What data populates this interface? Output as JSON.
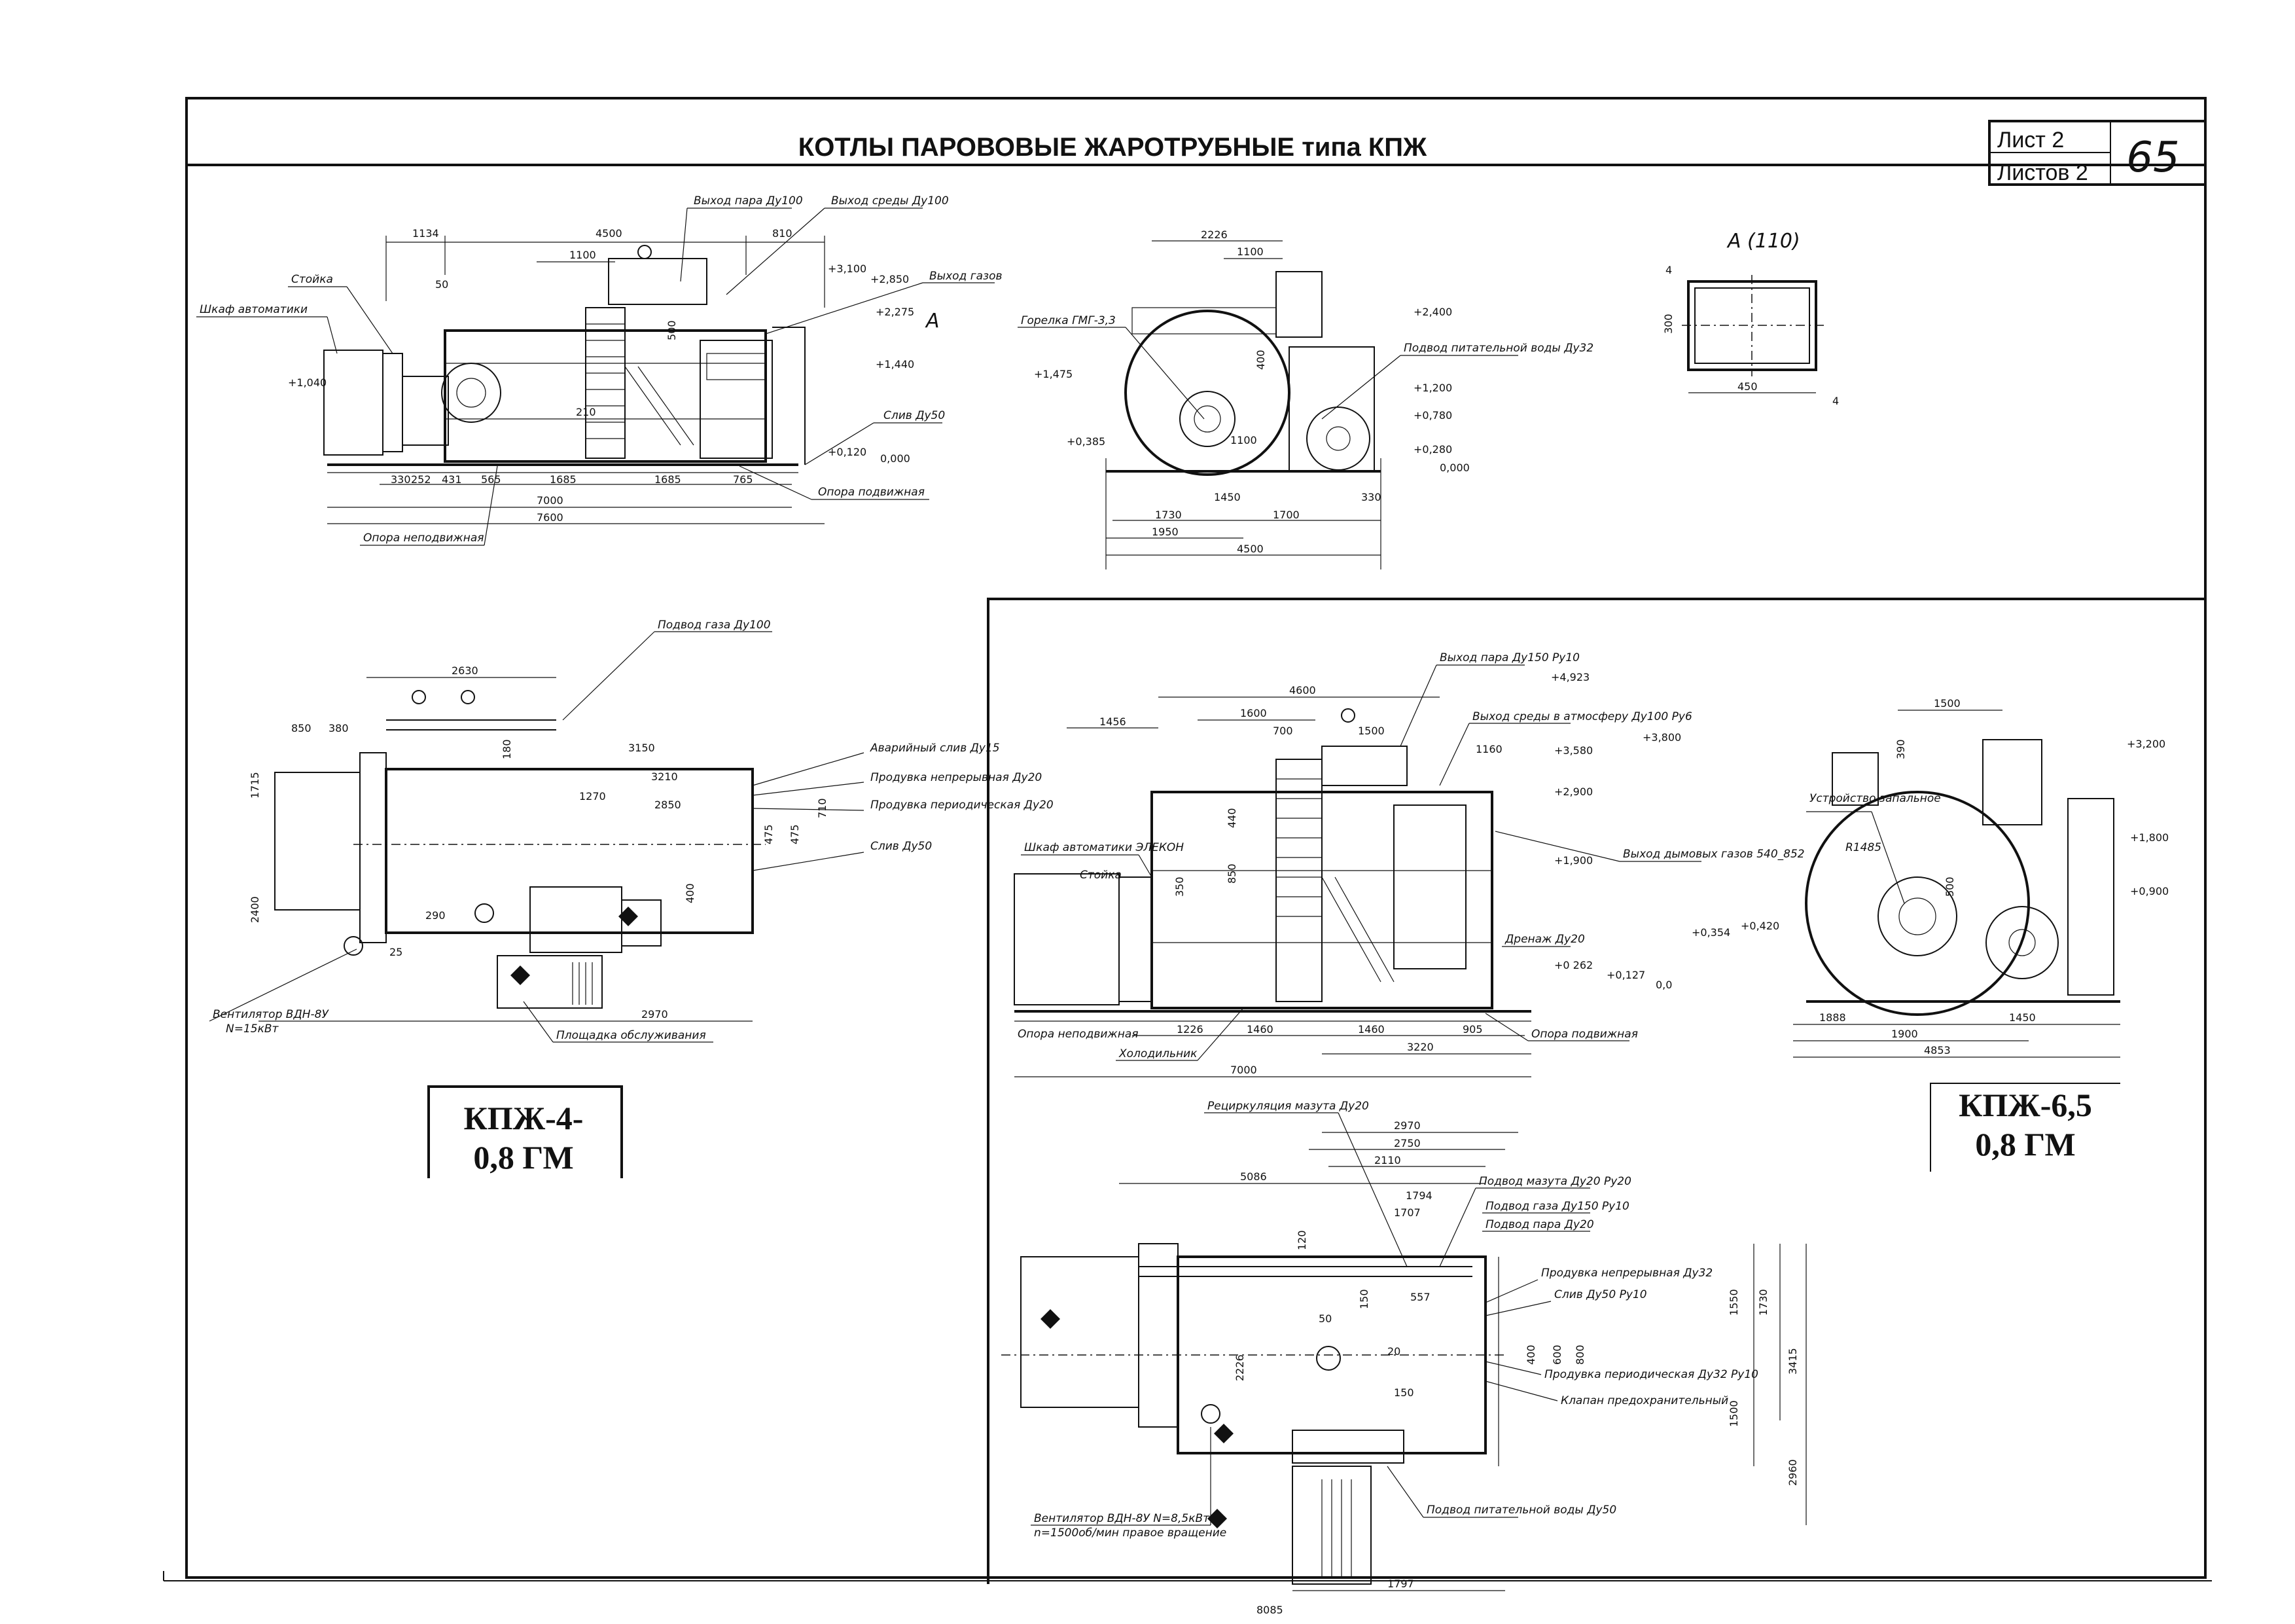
{
  "sheet": {
    "title": "КОТЛЫ ПАРОВОВЫЕ ЖАРОТРУБНЫЕ типа КПЖ",
    "sheet_no": "Лист 2",
    "sheets_total": "Листов 2",
    "page_number": "65"
  },
  "top_left": {
    "labels": {
      "steam_out": "Выход пара Ду100",
      "medium_out": "Выход среды Ду100",
      "gas_out": "Выход газов",
      "stand": "Стойка",
      "cabinet": "Шкаф автоматики",
      "drain": "Слив Ду50",
      "support_mov": "Опора подвижная",
      "support_fix": "Опора неподвижная",
      "mark_a": "А"
    },
    "dims": [
      "1134",
      "4500",
      "810",
      "1100",
      "50",
      "500",
      "210",
      "330",
      "252",
      "431",
      "565",
      "1685",
      "1685",
      "765",
      "7000",
      "7600"
    ],
    "levels": [
      "+3,100",
      "+2,850",
      "+2,275",
      "+1,440",
      "+1,040",
      "+0,120",
      "0,000"
    ]
  },
  "top_mid": {
    "labels": {
      "burner": "Горелка ГМГ-3,3",
      "feed_water": "Подвод питательной воды Ду32"
    },
    "dims": [
      "2226",
      "1100",
      "400",
      "1100",
      "1730",
      "1450",
      "1700",
      "330",
      "1950",
      "4500"
    ],
    "levels": [
      "+2,400",
      "+1,475",
      "+1,200",
      "+0,780",
      "+0,385",
      "+0,280",
      "0,000"
    ]
  },
  "view_a": {
    "title": "А (110)",
    "dims": [
      "300",
      "450",
      "4",
      "4"
    ]
  },
  "mid_left": {
    "labels": {
      "gas_in": "Подвод газа Ду100",
      "emergency": "Аварийный слив Ду15",
      "blow_cont": "Продувка непрерывная Ду20",
      "blow_per": "Продувка периодическая Ду20",
      "drain": "Слив Ду50",
      "fan": "Вентилятор ВДН-8У",
      "fan_power": "N=15кВт",
      "platform": "Площадка обслуживания"
    },
    "dims": [
      "2630",
      "850",
      "380",
      "3150",
      "3210",
      "1270",
      "2850",
      "1715",
      "2400",
      "290",
      "25",
      "475",
      "475",
      "710",
      "180",
      "400",
      "2970"
    ],
    "name_line1": "КПЖ-4-",
    "name_line2": "0,8 ГМ"
  },
  "mid_center": {
    "labels": {
      "steam_out": "Выход пара Ду150 Ру10",
      "atm": "Выход среды в атмосферу Ду100 Ру6",
      "gas_out": "Выход дымовых газов 540_852",
      "cabinet": "Шкаф автоматики ЭЛЕКОН",
      "stand": "Стойка",
      "drain": "Дренаж Ду20",
      "support_fix": "Опора неподвижная",
      "support_mov": "Опора подвижная",
      "cooler": "Холодильник"
    },
    "dims": [
      "4600",
      "1456",
      "1600",
      "700",
      "1500",
      "1160",
      "1226",
      "1460",
      "1460",
      "905",
      "3220",
      "7000",
      "350",
      "440",
      "850"
    ],
    "levels": [
      "+4,923",
      "+3,800",
      "+3,580",
      "+2,900",
      "+1,900",
      "+0 262",
      "+0,127",
      "0,0"
    ]
  },
  "mid_right": {
    "labels": {
      "ignition": "Устройство запальное",
      "radius": "R1485"
    },
    "dims": [
      "1500",
      "390",
      "500",
      "1888",
      "1450",
      "1900",
      "4853"
    ],
    "levels": [
      "+3,200",
      "+1,800",
      "+0,900",
      "+0,354",
      "+0,420"
    ],
    "name_line1": "КПЖ-6,5",
    "name_line2": "0,8 ГМ"
  },
  "bottom": {
    "labels": {
      "recirc": "Рециркуляция мазута Ду20",
      "fuel_in": "Подвод мазута Ду20 Ру20",
      "gas_in": "Подвод газа Ду150 Ру10",
      "steam_in": "Подвод пара Ду20",
      "blow_cont": "Продувка непрерывная Ду32",
      "drain": "Слив Ду50 Ру10",
      "blow_per": "Продувка периодическая Ду32 Ру10",
      "safety": "Клапан предохранительный",
      "fan": "Вентилятор ВДН-8У N=8,5кВт",
      "fan_rpm": "n=1500об/мин правое вращение",
      "feed_water": "Подвод питательной воды Ду50"
    },
    "dims": [
      "2970",
      "2750",
      "2110",
      "5086",
      "1794",
      "1707",
      "120",
      "557",
      "150",
      "400",
      "600",
      "800",
      "1550",
      "1730",
      "3415",
      "1500",
      "2960",
      "150",
      "1797",
      "8085",
      "2226",
      "50",
      "20"
    ]
  }
}
